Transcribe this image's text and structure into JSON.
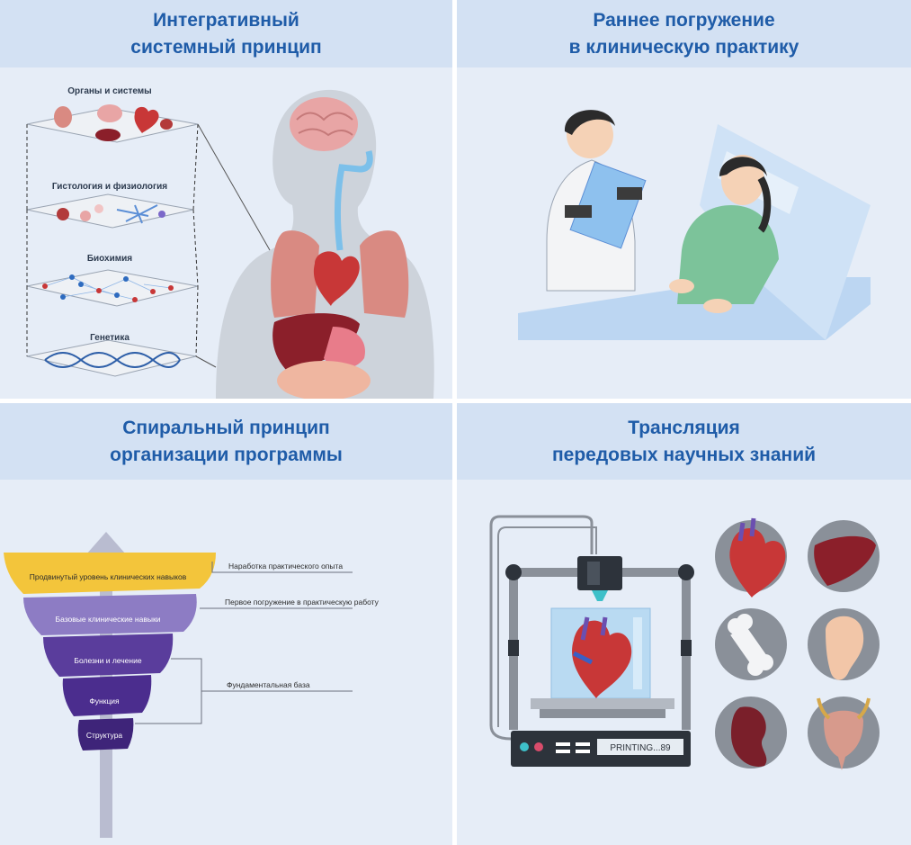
{
  "panels": [
    {
      "title_line1": "Интегративный",
      "title_line2": "системный принцип"
    },
    {
      "title_line1": "Раннее погружение",
      "title_line2": "в клиническую практику"
    },
    {
      "title_line1": "Спиральный принцип",
      "title_line2": "организации программы"
    },
    {
      "title_line1": "Трансляция",
      "title_line2": "передовых научных знаний"
    }
  ],
  "integrative": {
    "levels": [
      "Органы и системы",
      "Гистология и физиология",
      "Биохимия",
      "Генетика"
    ]
  },
  "spiral": {
    "rings": [
      "Продвинутый уровень клинических навыков",
      "Базовые клинические навыки",
      "Болезни и лечение",
      "Функция",
      "Структура"
    ],
    "callouts": [
      "Наработка практического опыта",
      "Первое погружение в практическую работу",
      "Фундаментальная база"
    ]
  },
  "printer": {
    "display_text": "PRINTING...89"
  },
  "colors": {
    "title": "#1f5ca8",
    "header_bg": "#d3e1f3",
    "panel_bg": "#e6edf7",
    "spiral_top": "#f3c53b",
    "spiral_mid": "#8d7cc4",
    "spiral_dark": "#5a3d9c"
  }
}
